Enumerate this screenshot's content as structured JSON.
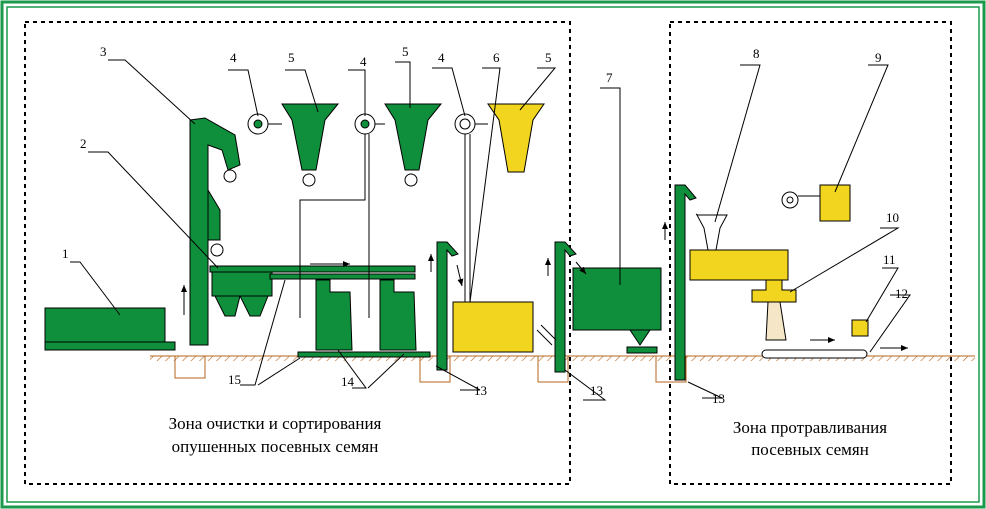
{
  "colors": {
    "frame_border": "#1a9a4a",
    "equipment_green": "#0f8f3c",
    "equipment_yellow": "#f2d51e",
    "dashed_line": "#000000",
    "ground_hatch": "#b5651d"
  },
  "zones": {
    "cleaning": {
      "line1": "Зона очистки и сортирования",
      "line2": "опушенных посевных семян"
    },
    "treating": {
      "line1": "Зона протравливания",
      "line2": "посевных семян"
    }
  },
  "labels": {
    "n1": "1",
    "n2": "2",
    "n3": "3",
    "n4a": "4",
    "n4b": "4",
    "n4c": "4",
    "n5a": "5",
    "n5b": "5",
    "n5c": "5",
    "n6": "6",
    "n7": "7",
    "n8": "8",
    "n9": "9",
    "n10": "10",
    "n11": "11",
    "n12": "12",
    "n13a": "13",
    "n13b": "13",
    "n13c": "13",
    "n14": "14",
    "n15": "15"
  }
}
